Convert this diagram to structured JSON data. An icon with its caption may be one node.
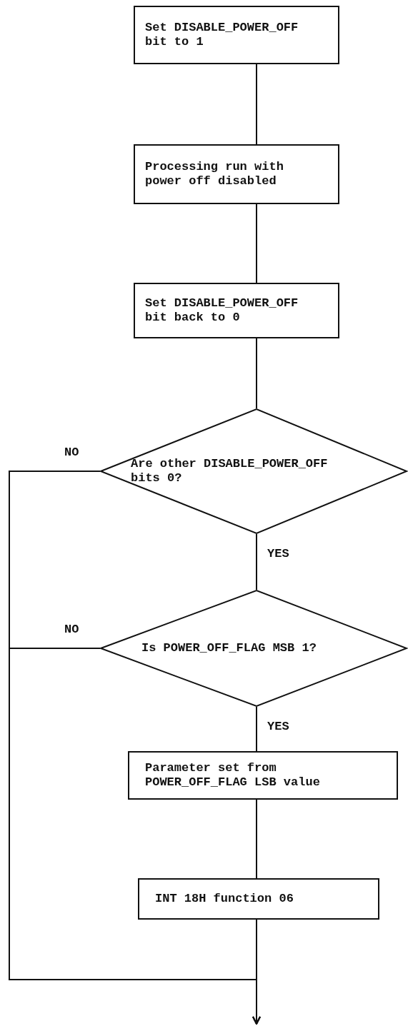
{
  "diagram": {
    "nodes": [
      {
        "text": [
          "Set DISABLE_POWER_OFF bit to 1"
        ]
      },
      {
        "text": [
          "Processing run with power off disabled"
        ]
      },
      {
        "text": [
          "Set DISABLE_POWER_OFF bit back to 0"
        ]
      },
      {
        "text": [
          "Are other DISABLE_POWER_OFF bits 0?"
        ]
      },
      {
        "text": [
          "Is POWER_OFF_FLAG MSB 1?"
        ]
      },
      {
        "text": [
          "Parameter set from POWER_OFF_FLAG LSB value"
        ]
      },
      {
        "text": [
          "INT 18H function 06"
        ]
      }
    ],
    "edges": [
      {
        "from": 0,
        "to": 1,
        "arrow": "none"
      },
      {
        "from": 1,
        "to": 2,
        "arrow": "none"
      },
      {
        "from": 2,
        "to": 3,
        "arrow": "none"
      },
      {
        "from": 3,
        "to": 4,
        "arrow": "none",
        "label": "YES"
      },
      {
        "from": 4,
        "to": 5,
        "arrow": "none",
        "label": "YES"
      },
      {
        "from": 5,
        "to": 6,
        "arrow": "none"
      },
      {
        "from": 6,
        "to": null,
        "arrow": "to"
      },
      {
        "from": 3,
        "to": null,
        "arrow": "to",
        "label": "NO"
      },
      {
        "from": 4,
        "to": null,
        "arrow": "to",
        "label": "NO"
      }
    ]
  }
}
